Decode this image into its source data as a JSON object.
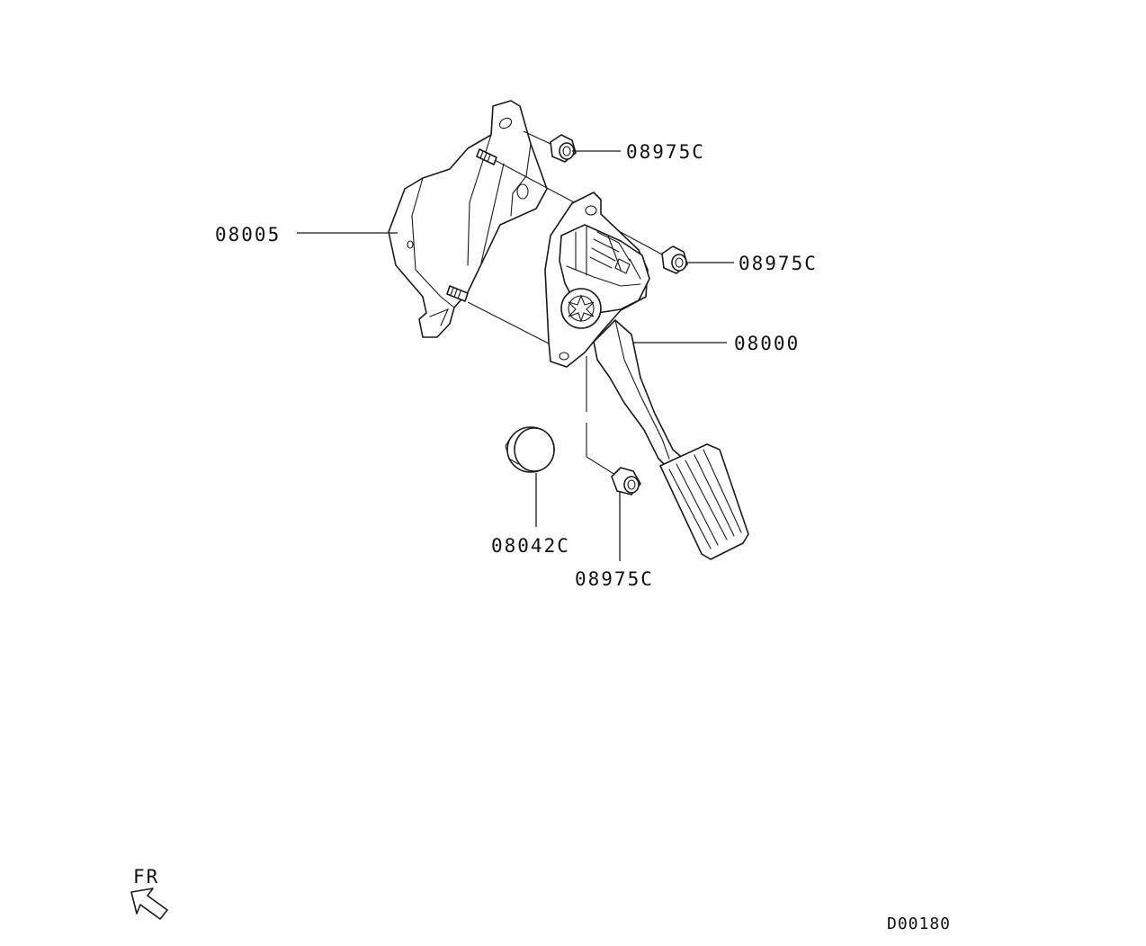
{
  "parts": {
    "bracket": "08005",
    "nut_top": "08975C",
    "nut_mid": "08975C",
    "nut_bottom": "08975C",
    "pedal": "08000",
    "cap": "08042C"
  },
  "orientation": {
    "label": "FR",
    "icon": "arrow-up-left-icon"
  },
  "diagram_code": "D00180"
}
